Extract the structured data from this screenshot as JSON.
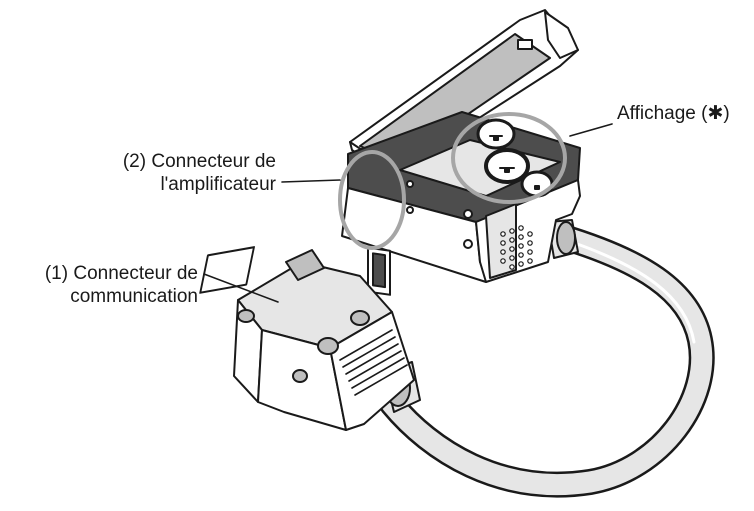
{
  "callouts": {
    "display": {
      "number": "",
      "text": "Affichage (✱)"
    },
    "amplifier_connector": {
      "line1": "(2) Connecteur de",
      "line2": "l'amplificateur"
    },
    "communication_connector": {
      "line1": "(1) Connecteur de",
      "line2": "communication"
    }
  },
  "colors": {
    "line": "#1a1a1a",
    "highlight_ring": "#a6a6a6",
    "panel": "#4d4d4d",
    "shade": "#bfbfbf",
    "light": "#e6e6e6",
    "white": "#ffffff"
  }
}
